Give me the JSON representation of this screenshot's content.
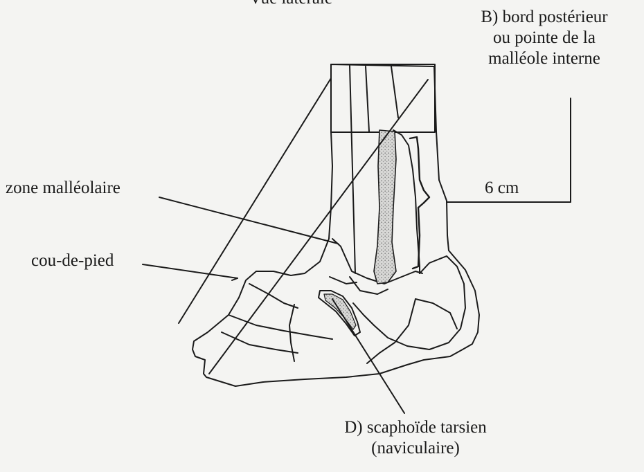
{
  "diagram": {
    "title_partial": "Vue latérale",
    "labels": {
      "b_line1": "B) bord postérieur",
      "b_line2": "ou pointe de la",
      "b_line3": "malléole interne",
      "measure": "6 cm",
      "zone": "zone malléolaire",
      "cou": "cou-de-pied",
      "d_line1": "D) scaphoïde tarsien",
      "d_line2": "(naviculaire)"
    },
    "colors": {
      "ink": "#1a1a1a",
      "paper": "#f4f4f2",
      "stipple": "#b0b0b0"
    }
  }
}
